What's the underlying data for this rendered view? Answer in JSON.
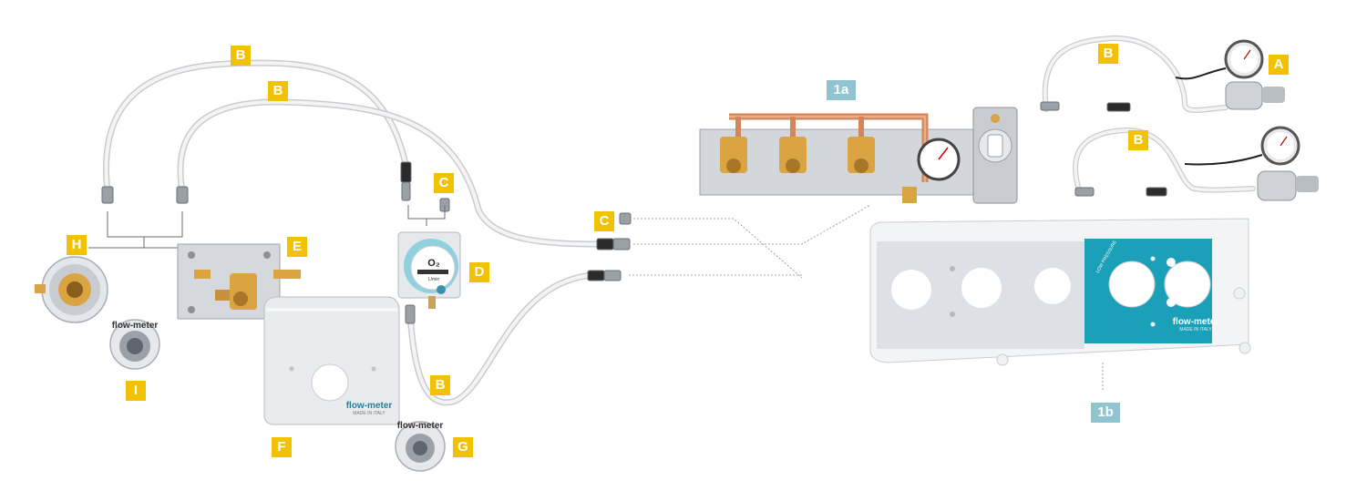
{
  "labels": {
    "B1": "B",
    "B2": "B",
    "C1": "C",
    "C2": "C",
    "D": "D",
    "E": "E",
    "F": "F",
    "G": "G",
    "H": "H",
    "I": "I",
    "B3": "B",
    "1a": "1a",
    "1b": "1b",
    "B4": "B",
    "A": "A",
    "B5": "B"
  },
  "panel": {
    "brand": "flow-meter",
    "made_in": "MADE IN ITALY",
    "dial_markings": "LOW PRESSURE"
  },
  "cover": {
    "brand": "flow-meter",
    "made_in": "MADE IN ITALY"
  },
  "outlet": {
    "gas": "O₂",
    "unit": "L/min",
    "brand": "flow-meter"
  },
  "colors": {
    "label_yellow": "#f2c200",
    "label_teal": "#8fc4d0",
    "panel_teal": "#1aa0b8",
    "copper": "#d4855a",
    "brass": "#d9a441"
  }
}
